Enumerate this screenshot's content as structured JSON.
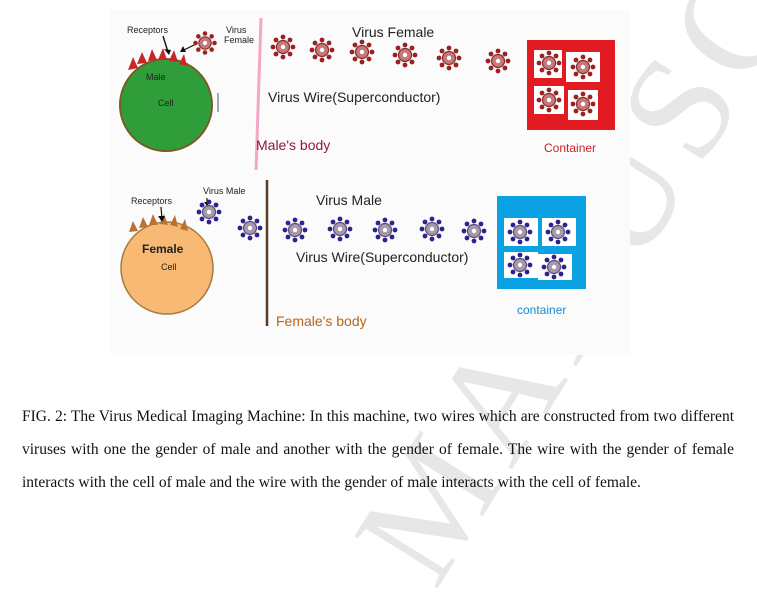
{
  "top_diagram": {
    "receptors": "Receptors",
    "virus_female_small": [
      "Virus",
      "Female"
    ],
    "cell_male": "Male",
    "cell_label": "Cell",
    "virus_female": "Virus Female",
    "wire": "Virus Wire(Superconductor)",
    "body": "Male's body",
    "container": "Container"
  },
  "bottom_diagram": {
    "receptors": "Receptors",
    "virus_male_small": "Virus Male",
    "cell_female": "Female",
    "cell_label": "Cell",
    "virus_male": "Virus Male",
    "wire": "Virus Wire(Superconductor)",
    "body": "Female's body",
    "container": "container"
  },
  "caption": "FIG. 2: The Virus Medical Imaging Machine: In this machine, two wires which are constructed from two different viruses with one the gender of male and another with the gender of female. The wire with the gender of female interacts with the cell of male and the wire with the gender of male interacts with the cell of female.",
  "watermark": "MANUSCRIPT",
  "colors": {
    "male_cell": "#2f9e3a",
    "female_cell": "#f7b973",
    "female_virus": "#8b2a2a",
    "male_virus": "#3b2d87",
    "red_container": "#e21b23",
    "blue_container": "#0aa2e2",
    "pink_wall": "#f4a6c8"
  }
}
